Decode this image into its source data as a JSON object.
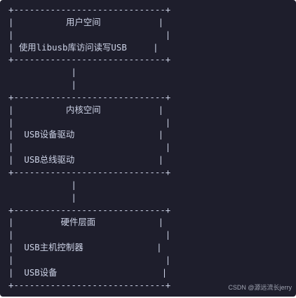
{
  "diagram": {
    "lines": [
      "+-----------------------------+",
      "|          用户空间           |",
      "|                             |",
      "| 使用libusb库访问读写USB     |",
      "+-----------------------------+",
      "            |",
      "            |",
      "+-----------------------------+",
      "|          内核空间           |",
      "|                             |",
      "|  USB设备驱动                |",
      "|                             |",
      "|  USB总线驱动                |",
      "+-----------------------------+",
      "            |",
      "            |",
      "+-----------------------------+",
      "|         硬件层面            |",
      "|                             |",
      "|  USB主机控制器              |",
      "|                             |",
      "|  USB设备                    |",
      "+-----------------------------+"
    ]
  },
  "watermark": {
    "text": "CSDN @源远流长jerry"
  }
}
